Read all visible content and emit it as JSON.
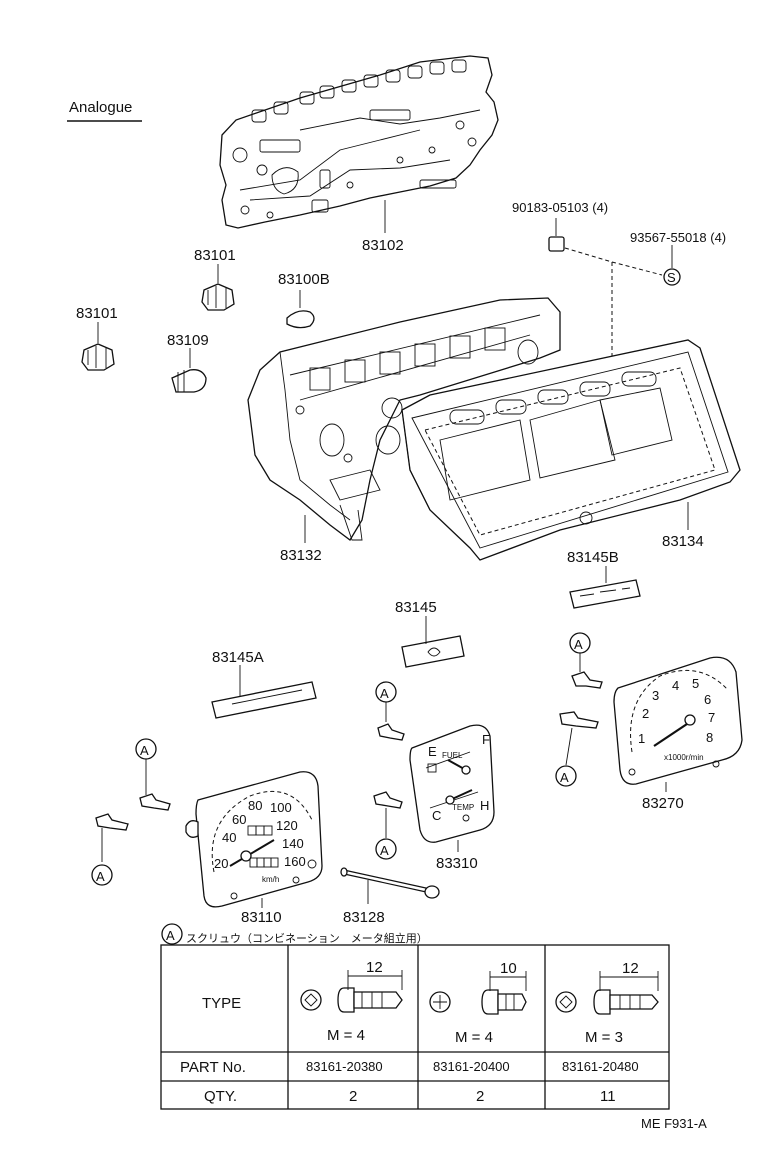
{
  "title": "Analogue",
  "footer": "ME  F931-A",
  "callouts": {
    "p83102": "83102",
    "p83101a": "83101",
    "p83101b": "83101",
    "p83100B": "83100B",
    "p83109": "83109",
    "p90183": "90183-05103 (4)",
    "p93567": "93567-55018 (4)",
    "p83132": "83132",
    "p83134": "83134",
    "p83145B": "83145B",
    "p83145": "83145",
    "p83145A": "83145A",
    "p83270": "83270",
    "p83310": "83310",
    "p83110": "83110",
    "p83128": "83128"
  },
  "ref_mark": "A",
  "s_mark": "S",
  "note": "スクリュウ（コンビネーション　メータ組立用）",
  "tacho_unit": "x1000r/min",
  "speedo_unit": "km/h",
  "fuel_gauge": {
    "e": "E",
    "f": "F",
    "label": "FUEL"
  },
  "temp_gauge": {
    "c": "C",
    "h": "H",
    "label": "TEMP"
  },
  "tacho_numbers": [
    "1",
    "2",
    "3",
    "4",
    "5",
    "6",
    "7",
    "8"
  ],
  "speedo_numbers": [
    "20",
    "40",
    "60",
    "80",
    "100",
    "120",
    "140",
    "160"
  ],
  "table": {
    "row_labels": {
      "type": "TYPE",
      "part_no": "PART  No.",
      "qty": "QTY."
    },
    "columns": [
      {
        "dim": "12",
        "m": "M = 4",
        "part_no": "83161-20380",
        "qty": "2"
      },
      {
        "dim": "10",
        "m": "M = 4",
        "part_no": "83161-20400",
        "qty": "2"
      },
      {
        "dim": "12",
        "m": "M = 3",
        "part_no": "83161-20480",
        "qty": "11"
      }
    ]
  }
}
